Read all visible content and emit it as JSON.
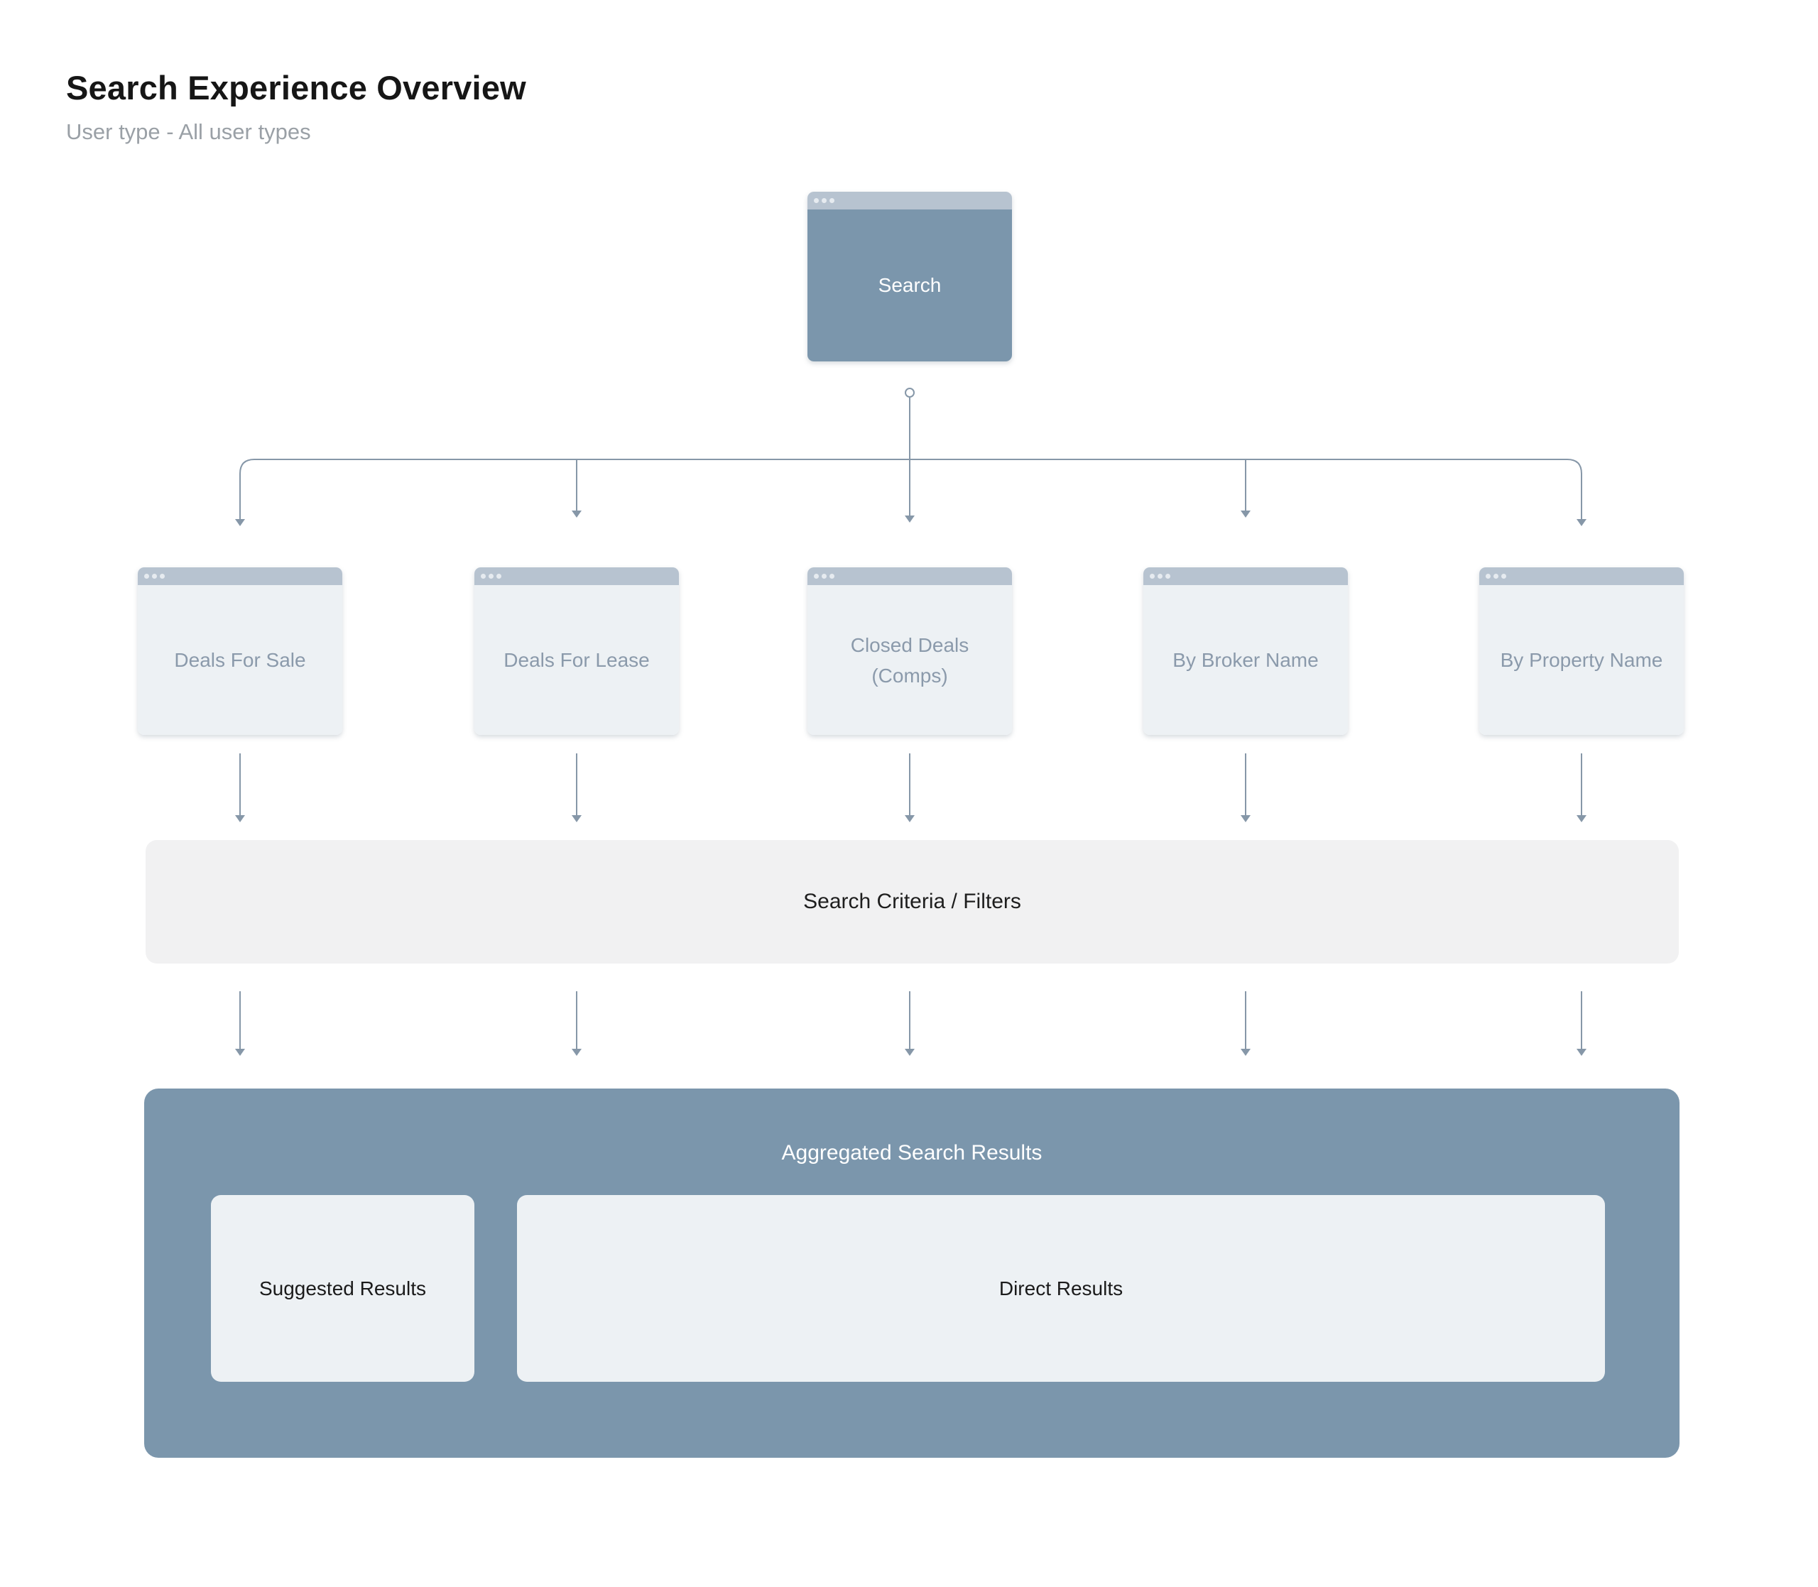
{
  "header": {
    "title": "Search Experience Overview",
    "subtitle": "User type - All user types"
  },
  "root_node": {
    "label": "Search"
  },
  "branch_nodes": [
    {
      "label": "Deals For Sale"
    },
    {
      "label": "Deals For Lease"
    },
    {
      "label": "Closed Deals (Comps)"
    },
    {
      "label": "By Broker Name"
    },
    {
      "label": "By Property Name"
    }
  ],
  "filters_bar": {
    "label": "Search Criteria / Filters"
  },
  "results_panel": {
    "label": "Aggregated Search Results",
    "children": [
      {
        "label": "Suggested Results"
      },
      {
        "label": "Direct Results"
      }
    ]
  },
  "colors": {
    "accent_slate_blue": "#7b96ac",
    "window_titlebar": "#b7c3d0",
    "window_dot": "#e6ebf0",
    "light_panel": "#edf1f4",
    "filters_bar_bg": "#f1f1f2",
    "connector": "#8697a8",
    "branch_label_text": "#8b9aab",
    "subtitle_text": "#9aa0a6",
    "title_text": "#161616"
  }
}
